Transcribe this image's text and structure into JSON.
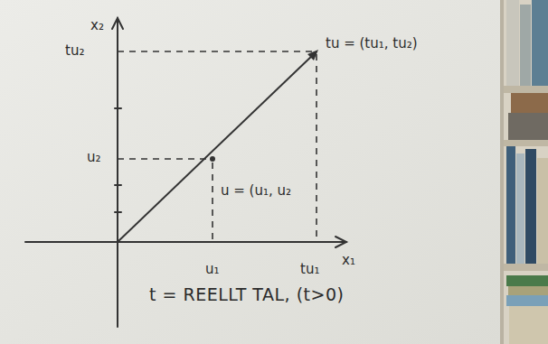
{
  "diagram": {
    "labels": [
      "x₂",
      "tu₂",
      "tu = (tu₁, tu₂)",
      "u₂",
      "u = (u₁, u₂",
      "u₁",
      "tu₁",
      "x₁",
      "t = REELLT TAL, (t>0)"
    ]
  }
}
